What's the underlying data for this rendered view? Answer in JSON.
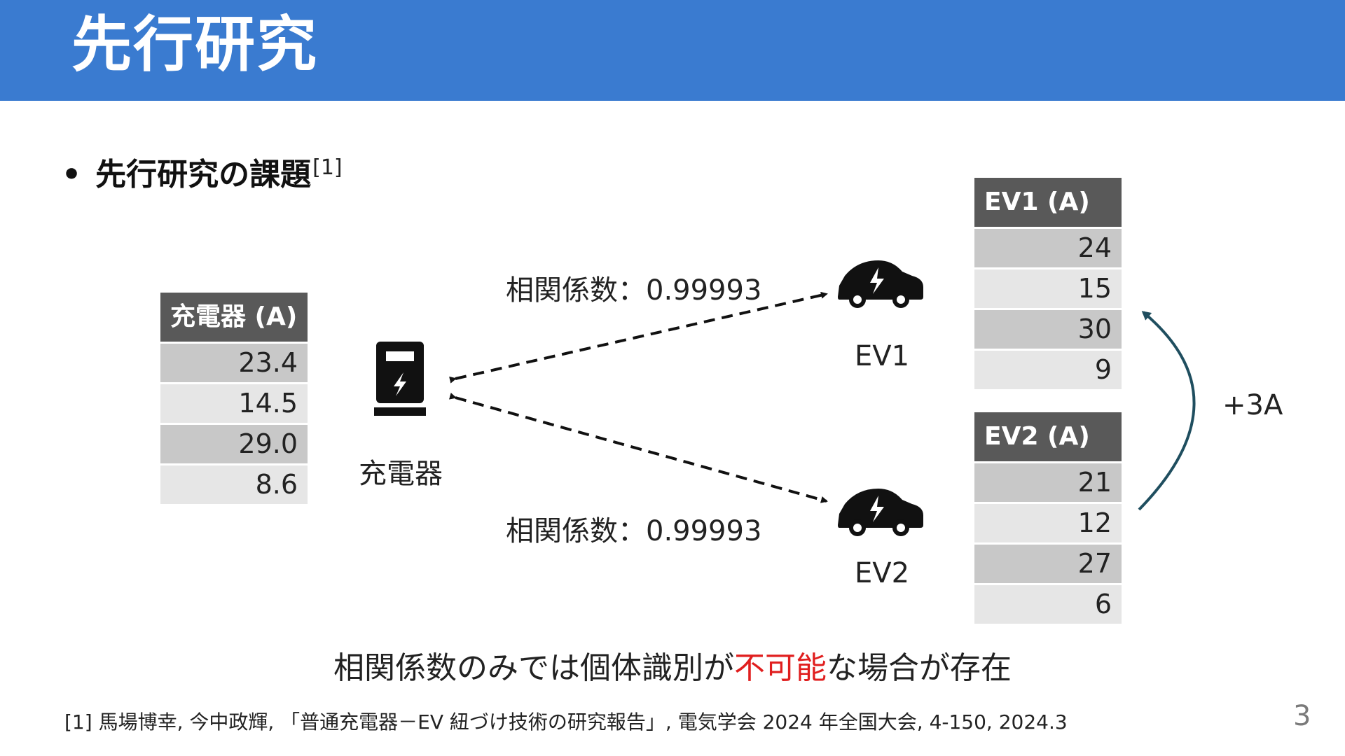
{
  "header": {
    "title": "先行研究"
  },
  "bullet": {
    "text": "先行研究の課題",
    "ref": "[1]"
  },
  "charger_table": {
    "header": "充電器 (A)",
    "values": [
      "23.4",
      "14.5",
      "29.0",
      "8.6"
    ]
  },
  "charger": {
    "label": "充電器",
    "icon": "ev-charger-icon"
  },
  "correlations": {
    "top": "相関係数：0.99993",
    "bottom": "相関係数：0.99993"
  },
  "ev1": {
    "label": "EV1",
    "icon": "electric-car-icon"
  },
  "ev2": {
    "label": "EV2",
    "icon": "electric-car-icon"
  },
  "ev1_table": {
    "header": "EV1 (A)",
    "values": [
      "24",
      "15",
      "30",
      "9"
    ]
  },
  "ev2_table": {
    "header": "EV2 (A)",
    "values": [
      "21",
      "12",
      "27",
      "6"
    ]
  },
  "offset": {
    "label": "+3A"
  },
  "conclusion": {
    "before": "相関係数のみでは個体識別が",
    "highlight": "不可能",
    "after": "な場合が存在"
  },
  "footnote": "[1] 馬場博幸, 今中政輝, 「普通充電器－EV 紐づけ技術の研究報告」, 電気学会 2024 年全国大会, 4-150, 2024.3",
  "page_number": "3",
  "colors": {
    "header_bg": "#3a7bd0",
    "table_header_bg": "#595959",
    "highlight": "#e01e1e",
    "arrow": "#1f4e5f"
  }
}
